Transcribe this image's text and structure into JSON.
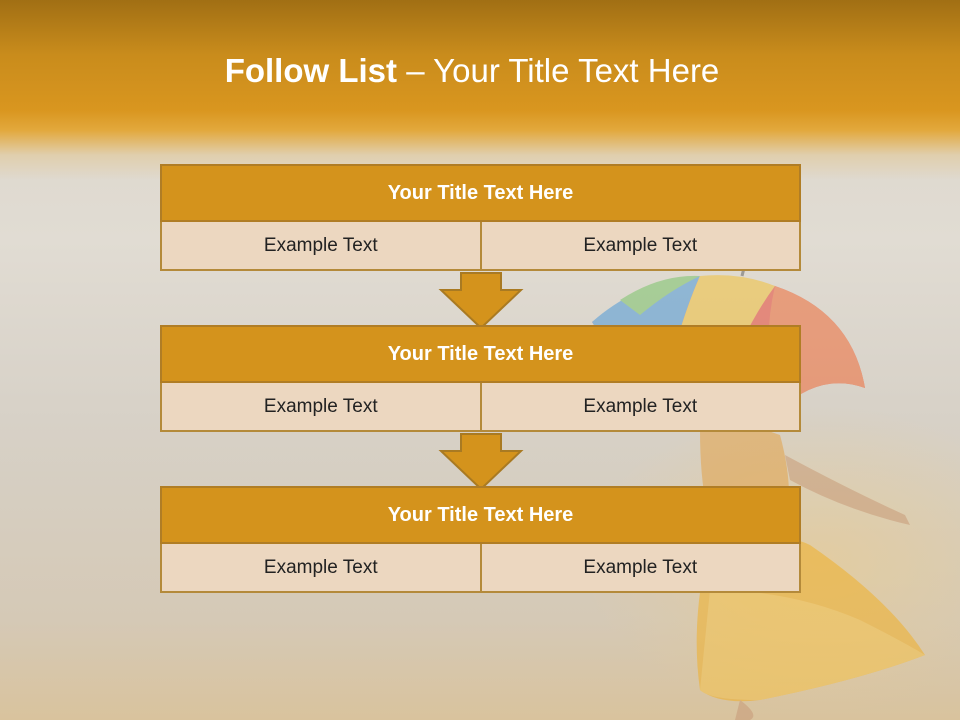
{
  "slide": {
    "title_bold": "Follow List",
    "title_separator": " – ",
    "title_rest": "Your Title Text Here"
  },
  "blocks": [
    {
      "title": "Your Title Text Here",
      "cells": [
        "Example Text",
        "Example Text"
      ]
    },
    {
      "title": "Your Title Text Here",
      "cells": [
        "Example Text",
        "Example Text"
      ]
    },
    {
      "title": "Your Title Text Here",
      "cells": [
        "Example Text",
        "Example Text"
      ]
    }
  ],
  "colors": {
    "accent": "#d4931c",
    "header_band": "#c98c1c",
    "cell_fill": "#ecd7c0",
    "border": "#b07d25"
  }
}
